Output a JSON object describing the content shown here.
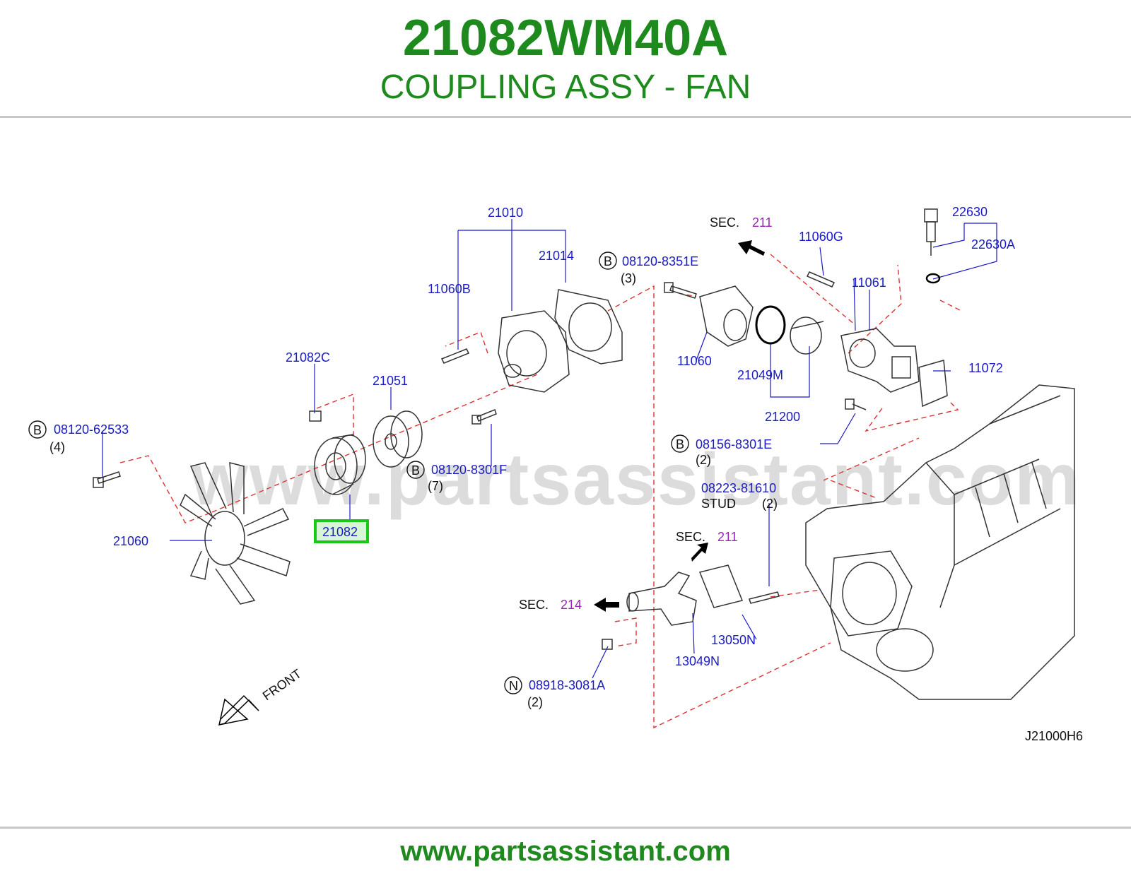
{
  "header": {
    "part_number": "21082WM40A",
    "part_name": "COUPLING ASSY - FAN"
  },
  "watermark": "www.partsassistant.com",
  "footer": {
    "url": "www.partsassistant.com"
  },
  "diagram": {
    "code": "J21000H6",
    "front_label": "FRONT",
    "sec_prefix": "SEC.",
    "highlight_color": "#19c819",
    "label_color": "#1a1ac8",
    "sec_color": "#9b26b6",
    "callouts": {
      "p21010": "21010",
      "p21014": "21014",
      "p11060B": "11060B",
      "p21082C": "21082C",
      "p21051": "21051",
      "p08120_62533": "08120-62533",
      "q4": "(4)",
      "p08120_8301F": "08120-8301F",
      "q7": "(7)",
      "p21060": "21060",
      "p21082": "21082",
      "p08120_8351E": "08120-8351E",
      "q3": "(3)",
      "sec211_top": "211",
      "p11060G": "11060G",
      "p22630": "22630",
      "p22630A": "22630A",
      "p11061": "11061",
      "p11060": "11060",
      "p21049M": "21049M",
      "p11072": "11072",
      "p21200": "21200",
      "p08156_8301E": "08156-8301E",
      "q2a": "(2)",
      "p08223_81610": "08223-81610",
      "stud": "STUD",
      "q2b": "(2)",
      "sec211_mid": "211",
      "sec214": "214",
      "p13050N": "13050N",
      "p13049N": "13049N",
      "p08918_3081A": "08918-3081A",
      "q2c": "(2)"
    },
    "circle_marks": {
      "b": "B",
      "n": "N"
    }
  }
}
